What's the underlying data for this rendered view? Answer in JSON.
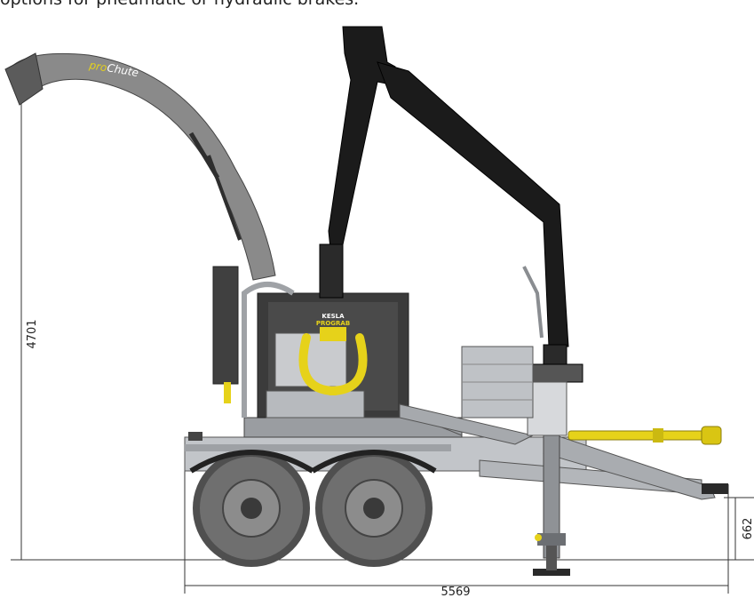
{
  "caption": "options for pneumatic or hydraulic brakes.",
  "dimensions": {
    "height_total": "4701",
    "length_total": "5569",
    "ground_clearance": "662"
  },
  "labels": {
    "chute_brand_pro": "pro",
    "chute_brand_chute": "Chute",
    "crane_badge": "KESLA",
    "crane_model": "PROGRAB"
  },
  "colors": {
    "chute_gray": "#8a8a8a",
    "crane_black": "#1b1b1b",
    "accent_yellow": "#e6d21a",
    "frame_silver": "#b9bcc0",
    "tire_gray": "#6f6f6f"
  }
}
